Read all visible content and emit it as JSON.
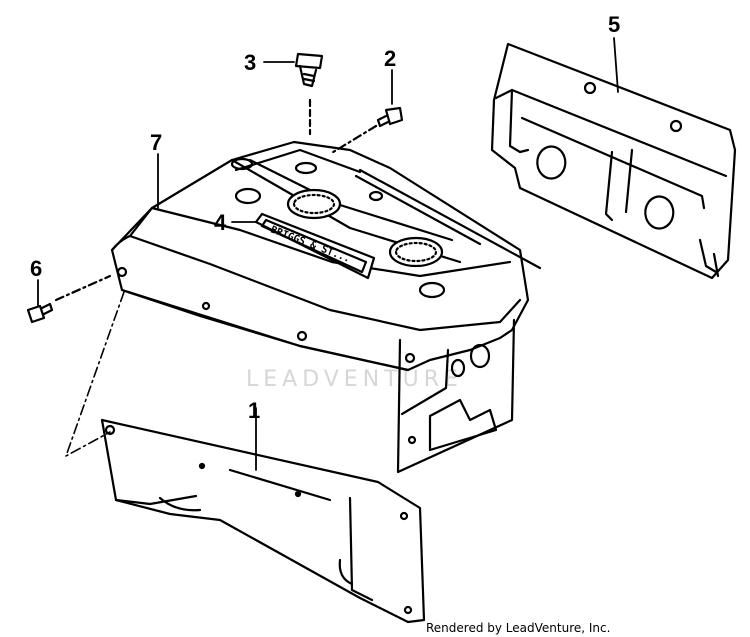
{
  "diagram": {
    "callouts": [
      "1",
      "2",
      "3",
      "4",
      "5",
      "6",
      "7"
    ],
    "nameplate_text": "BRIGGS & ST..."
  },
  "watermark": {
    "text": "LEADVENTURE"
  },
  "credit": {
    "text": "Rendered by LeadVenture, Inc."
  },
  "colors": {
    "line": "#000000",
    "background": "#ffffff",
    "watermark": "#d6d6d6"
  }
}
